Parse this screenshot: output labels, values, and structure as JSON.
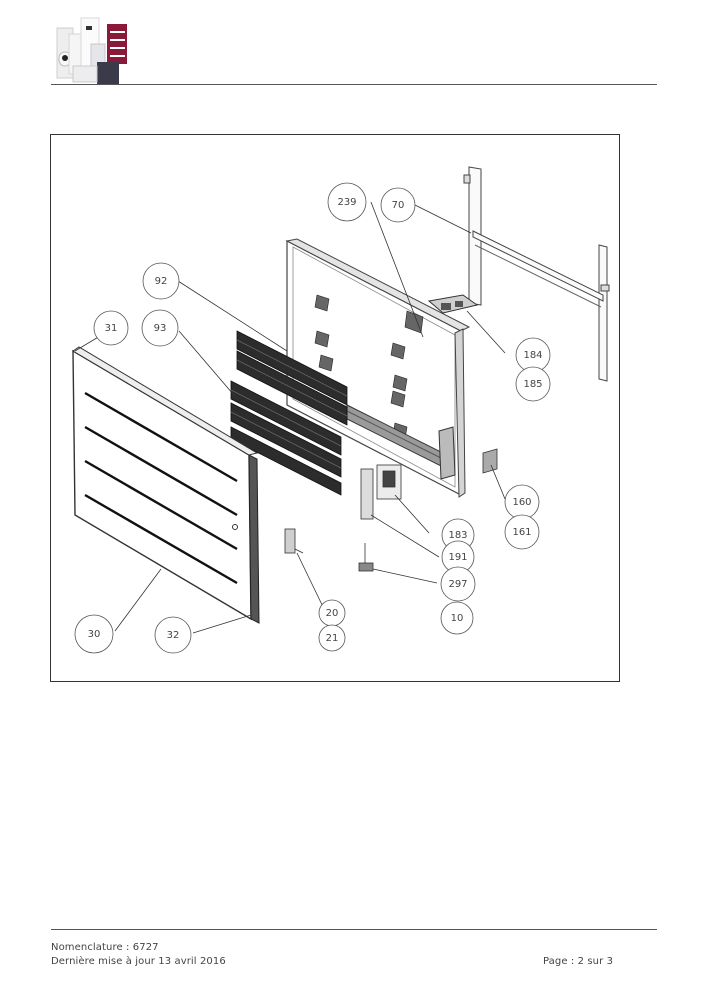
{
  "header": {
    "logo_icon": "radiator-products-logo-icon"
  },
  "diagram": {
    "callouts": [
      "239",
      "70",
      "92",
      "31",
      "93",
      "184",
      "185",
      "160",
      "161",
      "183",
      "191",
      "297",
      "20",
      "10",
      "30",
      "32",
      "21"
    ]
  },
  "footer": {
    "line1": "Nomenclature : 6727",
    "line2": "Dernière mise à jour 13 avril 2016",
    "page": "Page : 2 sur 3"
  },
  "colors": {
    "rule": "#555555",
    "logo_accent": "#8b1a3a",
    "logo_dark": "#3a3a4a"
  }
}
